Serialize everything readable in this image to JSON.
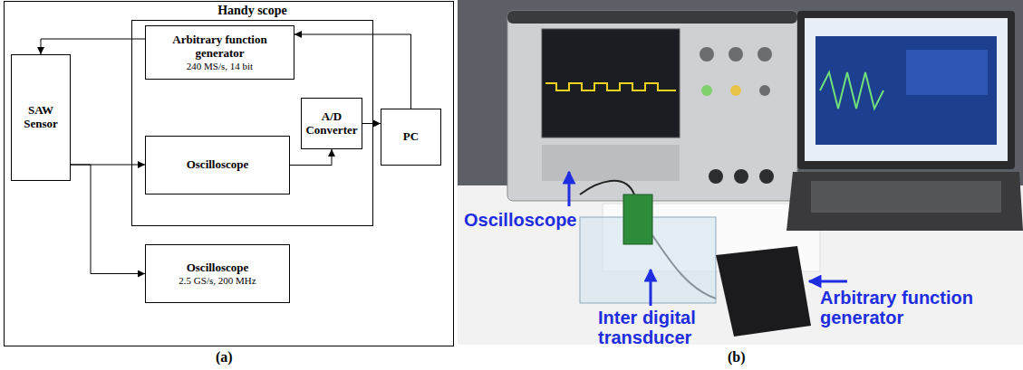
{
  "diagram": {
    "nodes": [
      {
        "text": [
          "Handy scope"
        ]
      },
      {
        "text": [
          "Arbitrary function generator",
          "240 MS/s, 14 bit"
        ],
        "in": 0
      },
      {
        "text": [
          "SAW Sensor"
        ]
      },
      {
        "text": [
          "A/D Converter"
        ],
        "in": 0
      },
      {
        "text": [
          "PC"
        ]
      },
      {
        "text": [
          "Oscilloscope"
        ],
        "in": 0
      },
      {
        "text": [
          "Oscilloscope",
          "2.5 GS/s, 200 MHz"
        ]
      }
    ],
    "edges": [
      {
        "from": 1,
        "to": 2,
        "arrow": "to"
      },
      {
        "from": 4,
        "to": 1,
        "arrow": "to"
      },
      {
        "from": 2,
        "to": 5,
        "arrow": "to"
      },
      {
        "from": 2,
        "to": 6,
        "arrow": "to"
      },
      {
        "from": 5,
        "to": 3,
        "arrow": "to"
      },
      {
        "from": 3,
        "to": 4,
        "arrow": "to"
      }
    ],
    "labels": [
      "(a)",
      "(b)",
      "Oscilloscope",
      "Inter digital transducer",
      "Arbitrary function generator"
    ]
  }
}
